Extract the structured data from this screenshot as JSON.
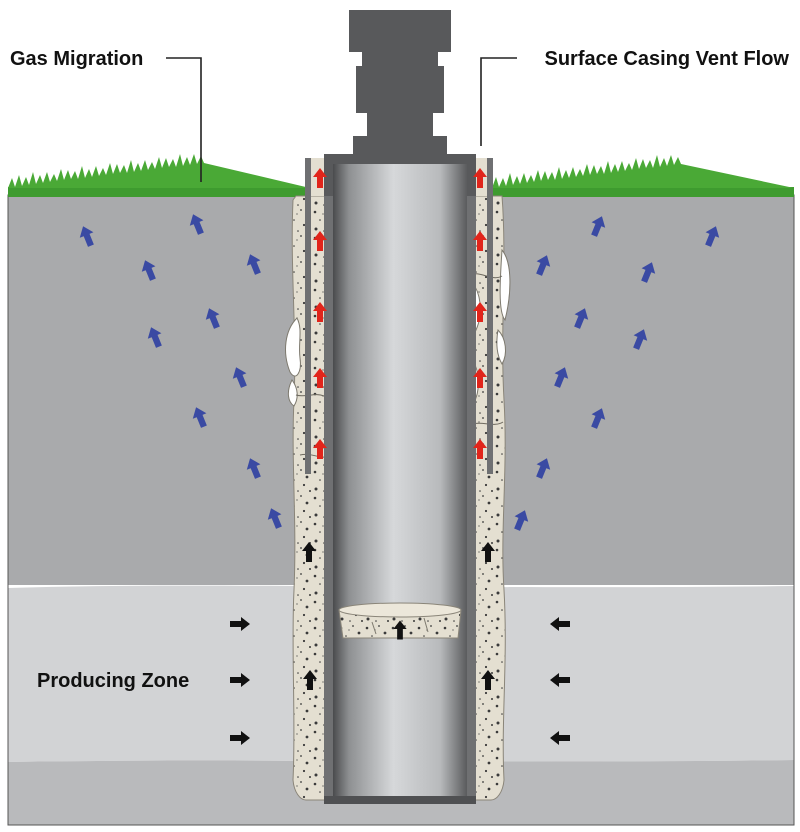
{
  "labels": {
    "gas_migration": "Gas Migration",
    "surface_casing_vent_flow": "Surface Casing Vent Flow",
    "producing_zone": "Producing Zone"
  },
  "colors": {
    "upper_ground": "#a9aaac",
    "lower_ground": "#d2d3d5",
    "bottom_ground": "#b9babc",
    "cement": "#e4dfd1",
    "casing_steel": "#6f7072",
    "wellhead": "#58595b",
    "production_casing": "#c4c6c8",
    "grass": "#3e9b2f",
    "gas_migration_arrow": "#3a4aa3",
    "vent_flow_arrow": "#e1251b",
    "fluid_arrow": "#111111"
  }
}
